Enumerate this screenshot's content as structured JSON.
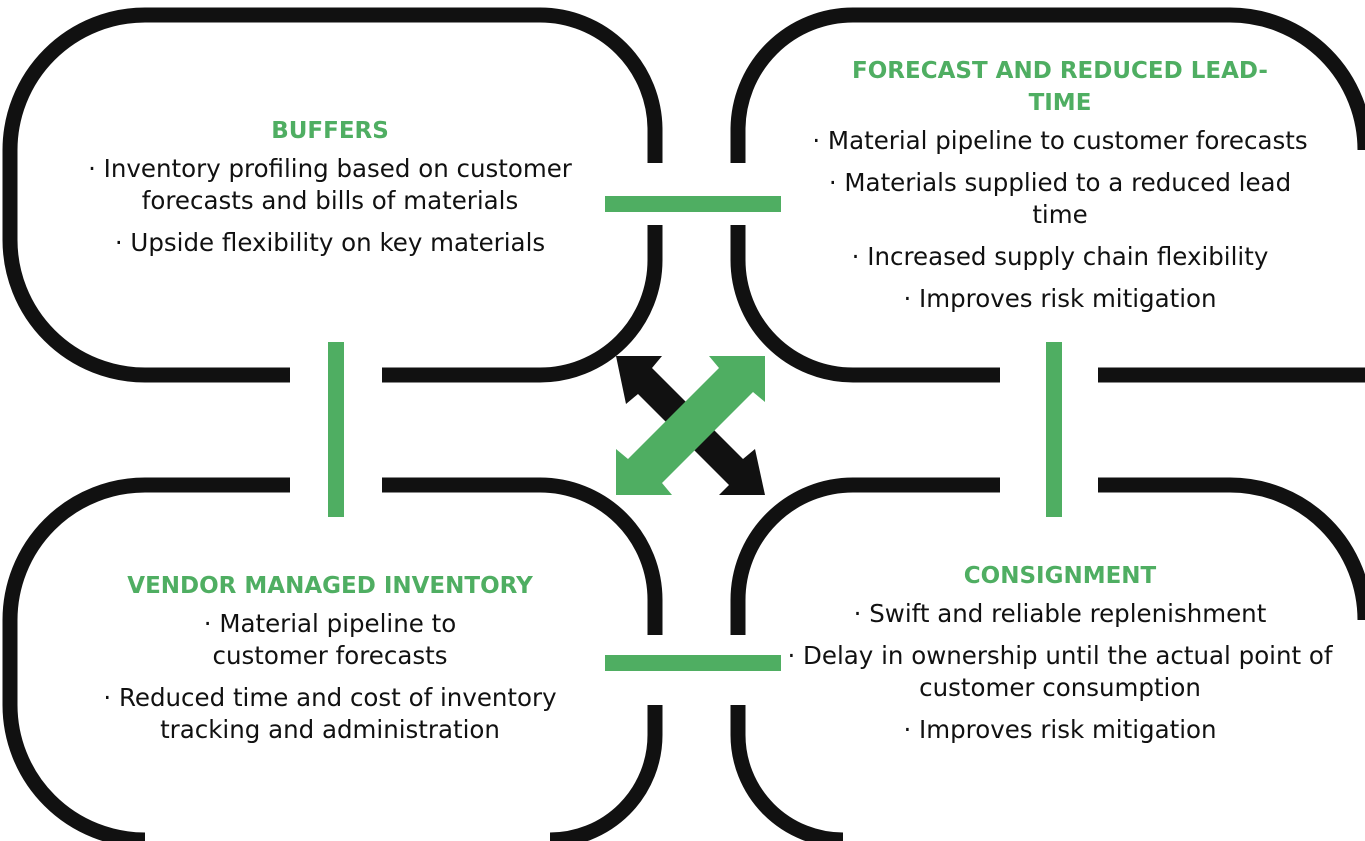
{
  "colors": {
    "accent": "#4fae62",
    "outline": "#111111",
    "background": "#ffffff"
  },
  "center_icon": "bidirectional-arrows-icon",
  "boxes": {
    "buffers": {
      "title": "BUFFERS",
      "bullets": [
        "· Inventory profiling based on customer forecasts and bills of materials",
        "· Upside flexibility on key materials"
      ]
    },
    "forecast": {
      "title": "FORECAST AND REDUCED LEAD-TIME",
      "bullets": [
        "· Material pipeline to customer forecasts",
        "· Materials supplied to a reduced lead time",
        "· Increased supply chain flexibility",
        "· Improves risk mitigation"
      ]
    },
    "vmi": {
      "title": "VENDOR MANAGED INVENTORY",
      "bullets": [
        "· Material pipeline to customer forecasts",
        "· Reduced time and cost of inventory tracking and administration"
      ]
    },
    "consignment": {
      "title": "CONSIGNMENT",
      "bullets": [
        "· Swift and reliable replenishment",
        "· Delay in ownership until the actual point of customer consumption",
        "· Improves risk mitigation"
      ]
    }
  }
}
